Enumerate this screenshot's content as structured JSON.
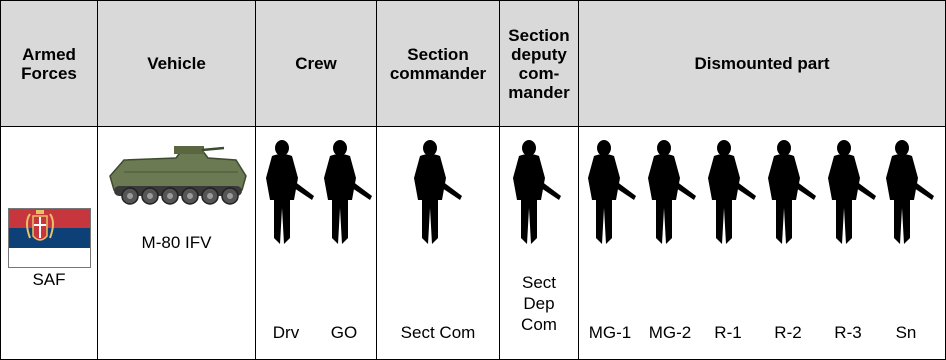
{
  "headers": {
    "armed_forces": "Armed\nForces",
    "vehicle": "Vehicle",
    "crew": "Crew",
    "section_commander": "Section\ncommander",
    "section_deputy_commander": "Section\ndeputy\ncom-\nmander",
    "dismounted_part": "Dismounted part"
  },
  "row": {
    "armed_forces_label": "SAF",
    "vehicle_label": "M-80 IFV",
    "crew": [
      "Drv",
      "GO"
    ],
    "section_commander": "Sect Com",
    "section_deputy_commander": "Sect\nDep\nCom",
    "dismounted": [
      "MG-1",
      "MG-2",
      "R-1",
      "R-2",
      "R-3",
      "Sn"
    ]
  },
  "icons": {
    "flag": "serbia-flag-icon",
    "vehicle": "ifv-vehicle-icon",
    "soldier": "soldier-silhouette-icon"
  },
  "colors": {
    "header_bg": "#d9d9d9",
    "flag_red": "#c6363c",
    "flag_blue": "#0c4076",
    "flag_white": "#ffffff",
    "vehicle_green": "#6b7a52"
  }
}
